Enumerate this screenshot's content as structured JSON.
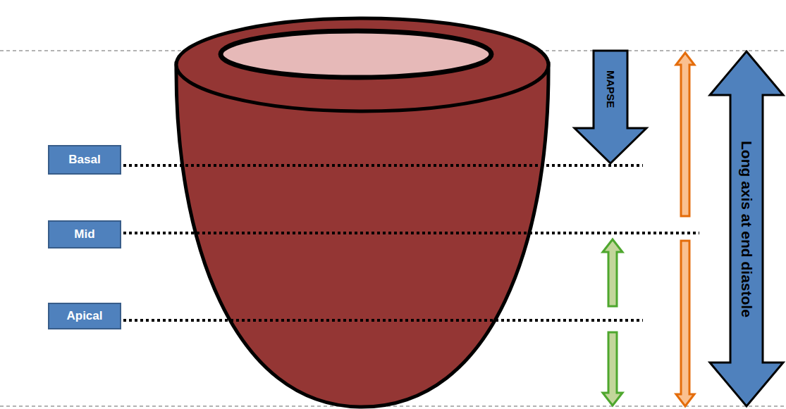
{
  "diagram": {
    "nodes": [
      {
        "text": [
          "Basal"
        ]
      },
      {
        "text": [
          "Mid"
        ]
      },
      {
        "text": [
          "Apical"
        ]
      },
      {
        "text": [
          "MAPSE"
        ]
      },
      {
        "text": [
          "Long axis at end diastole"
        ]
      }
    ]
  }
}
